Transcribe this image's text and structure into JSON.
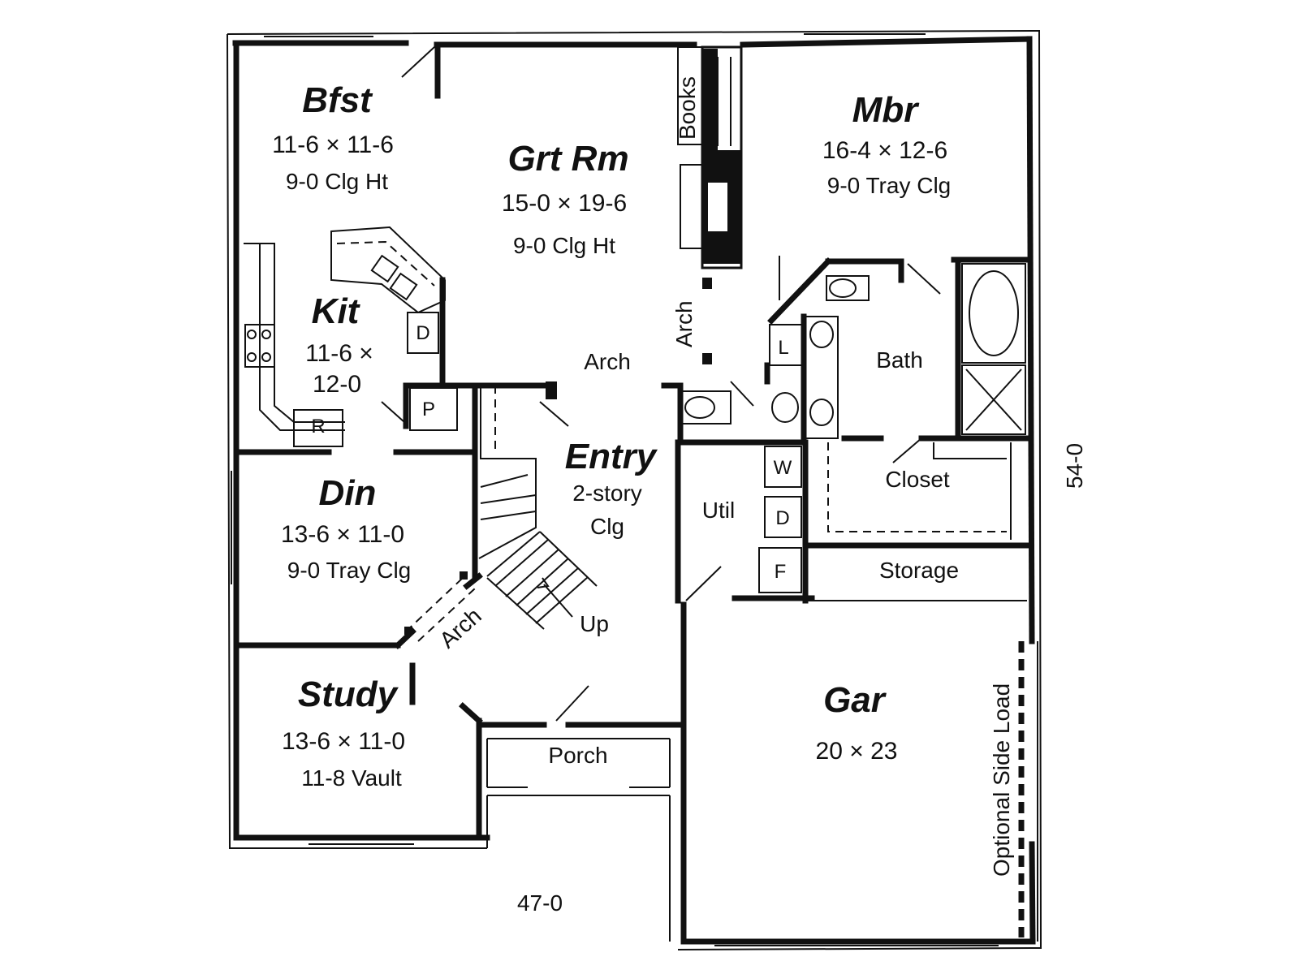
{
  "rooms": {
    "bfst": {
      "name": "Bfst",
      "dims": "11-6 × 11-6",
      "note": "9-0 Clg Ht"
    },
    "grt_rm": {
      "name": "Grt Rm",
      "dims": "15-0 × 19-6",
      "note": "9-0 Clg Ht"
    },
    "mbr": {
      "name": "Mbr",
      "dims": "16-4 × 12-6",
      "note": "9-0 Tray Clg"
    },
    "kit": {
      "name": "Kit",
      "dims_line1": "11-6 ×",
      "dims_line2": "12-0"
    },
    "din": {
      "name": "Din",
      "dims": "13-6 × 11-0",
      "note": "9-0 Tray Clg"
    },
    "entry": {
      "name": "Entry",
      "note_line1": "2-story",
      "note_line2": "Clg"
    },
    "study": {
      "name": "Study",
      "dims": "13-6 × 11-0",
      "note": "11-8 Vault"
    },
    "gar": {
      "name": "Gar",
      "dims": "20 × 23"
    },
    "bath": {
      "name": "Bath"
    },
    "closet": {
      "name": "Closet"
    },
    "util": {
      "name": "Util"
    },
    "storage": {
      "name": "Storage"
    },
    "porch": {
      "name": "Porch"
    }
  },
  "labels": {
    "books": "Books",
    "arch_vertical": "Arch",
    "arch_center": "Arch",
    "arch_diagonal": "Arch",
    "up": "Up",
    "optional_side_load": "Optional Side Load"
  },
  "fixtures": {
    "dishwasher": "D",
    "pantry": "P",
    "refrigerator": "R",
    "linen": "L",
    "washer": "W",
    "dryer": "D",
    "freezer": "F"
  },
  "dimensions": {
    "width": "47-0",
    "depth": "54-0"
  }
}
